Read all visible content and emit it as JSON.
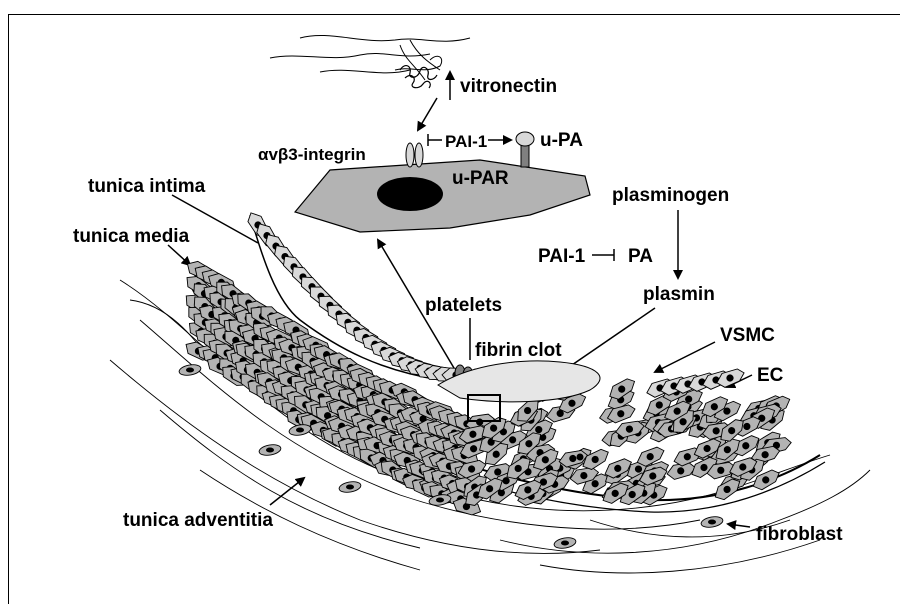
{
  "labels": {
    "vitronectin": "vitronectin",
    "integrin": "αvβ3-integrin",
    "pai1_top": "PAI-1",
    "upa": "u-PA",
    "upar": "u-PAR",
    "tunica_intima": "tunica intima",
    "tunica_media": "tunica media",
    "plasminogen": "plasminogen",
    "pai1_mid": "PAI-1",
    "pa": "PA",
    "plasmin": "plasmin",
    "platelets": "platelets",
    "fibrin_clot": "fibrin clot",
    "vsmc": "VSMC",
    "ec": "EC",
    "tunica_adventitia": "tunica adventitia",
    "fibroblast": "fibroblast"
  },
  "colors": {
    "cell_fill": "#b3b3b3",
    "ec_fill": "#d9d9d9",
    "clot_fill": "#e6e6e6",
    "nucleus": "#000000",
    "line": "#000000"
  }
}
